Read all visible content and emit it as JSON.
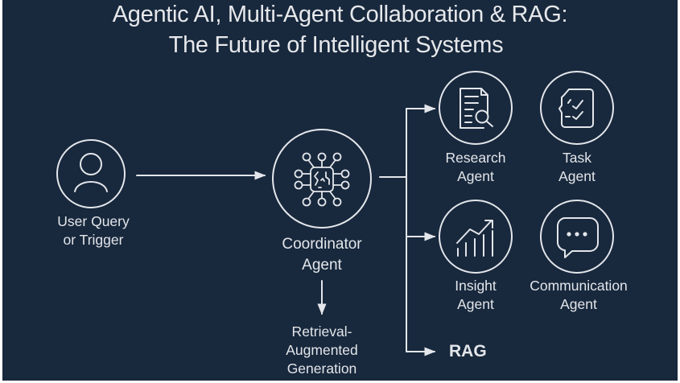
{
  "title": {
    "line1": "Agentic AI, Multi-Agent Collaboration & RAG:",
    "line2": "The Future of Intelligent Systems"
  },
  "colors": {
    "background": "#18283d",
    "stroke": "#e3e6ea",
    "text": "#e3e6ea"
  },
  "nodes": {
    "user": {
      "line1": "User Query",
      "line2": "or Trigger",
      "icon": "user-icon"
    },
    "coordinator": {
      "line1": "Coordinator",
      "line2": "Agent",
      "icon": "ai-chip-icon"
    },
    "retrieval": {
      "line1": "Retrieval-",
      "line2": "Augmented",
      "line3": "Generation"
    },
    "research": {
      "line1": "Research",
      "line2": "Agent",
      "icon": "document-search-icon"
    },
    "task": {
      "line1": "Task",
      "line2": "Agent",
      "icon": "checklist-icon"
    },
    "insight": {
      "line1": "Insight",
      "line2": "Agent",
      "icon": "growth-chart-icon"
    },
    "communication": {
      "line1": "Communication",
      "line2": "Agent",
      "icon": "chat-bubble-icon"
    },
    "rag": {
      "label": "RAG"
    }
  },
  "edges": [
    {
      "from": "user",
      "to": "coordinator"
    },
    {
      "from": "coordinator",
      "to": "research"
    },
    {
      "from": "coordinator",
      "to": "insight"
    },
    {
      "from": "coordinator",
      "to": "rag"
    },
    {
      "from": "coordinator",
      "to": "retrieval"
    }
  ]
}
